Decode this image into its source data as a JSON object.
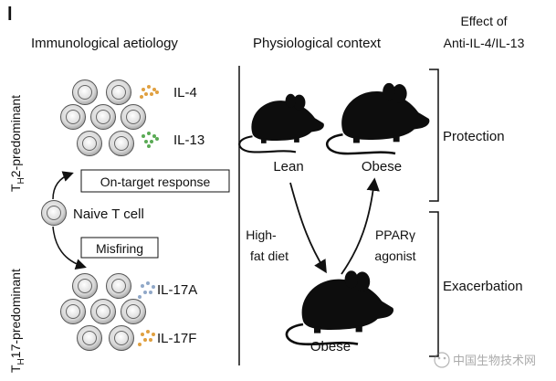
{
  "panel_label": "l",
  "columns": {
    "immunological": "Immunological aetiology",
    "physiological": "Physiological context",
    "effect_line1": "Effect of",
    "effect_line2": "Anti-IL-4/IL-13"
  },
  "axis": {
    "th2_prefix": "T",
    "th2_sub": "H",
    "th2_suffix": "2-predominant",
    "th17_prefix": "T",
    "th17_sub": "H",
    "th17_suffix": "17-predominant"
  },
  "cytokines": [
    "IL-4",
    "IL-13",
    "IL-17A",
    "IL-17F"
  ],
  "boxes": {
    "on_target": "On-target response",
    "misfiring": "Misfiring"
  },
  "naive_label": "Naive T cell",
  "mice": {
    "lean": "Lean",
    "obese_top": "Obese",
    "obese_bottom": "Obese"
  },
  "arrows": {
    "high_fat_line1": "High-",
    "high_fat_line2": "fat diet",
    "ppar_line1": "PPARγ",
    "ppar_line2": "agonist"
  },
  "effects": {
    "protection": "Protection",
    "exacerbation": "Exacerbation"
  },
  "watermark": "中国生物技术网",
  "colors": {
    "il4_dots": "#e0a040",
    "il13_dots": "#5aaa55",
    "il17a_dots": "#90a8c8",
    "il17f_dots": "#e0a040",
    "mouse": "#0d0d0d"
  }
}
